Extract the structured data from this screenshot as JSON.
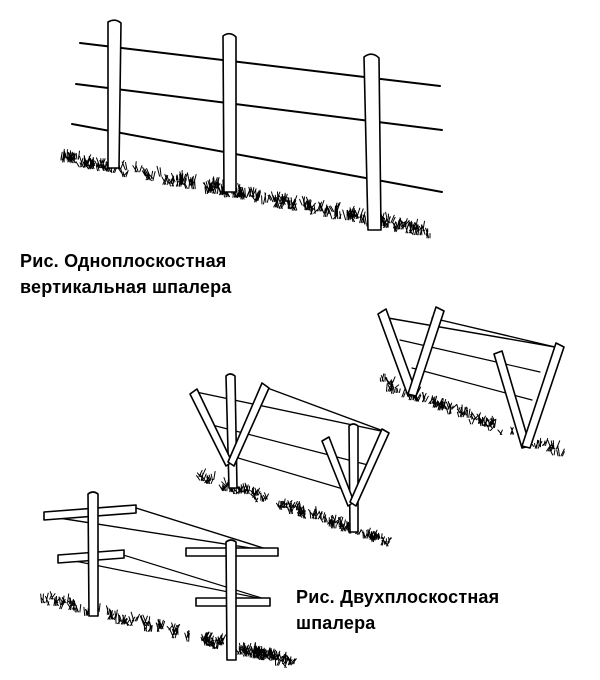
{
  "captions": {
    "single_plane": {
      "line1": "Рис. Одноплоскостная",
      "line2": "вертикальная шпалера"
    },
    "double_plane": {
      "line1": "Рис. Двухплоскостная",
      "line2": "шпалера"
    }
  },
  "colors": {
    "ink": "#000000",
    "paper": "#ffffff"
  }
}
